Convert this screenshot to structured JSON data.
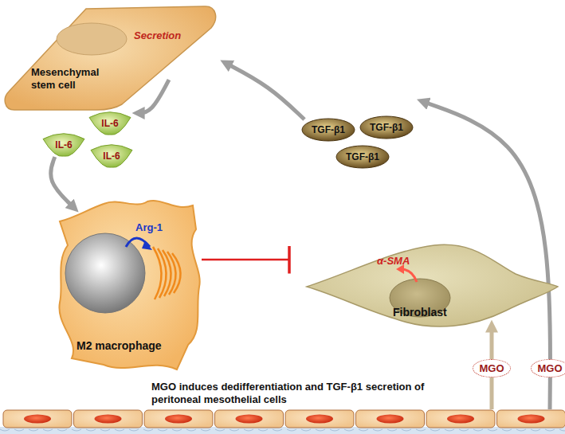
{
  "diagram": {
    "nodes": [
      {
        "text": [
          "Mesenchymal stem cell",
          "Secretion"
        ]
      },
      {
        "text": [
          "IL-6"
        ]
      },
      {
        "text": [
          "IL-6"
        ]
      },
      {
        "text": [
          "IL-6"
        ]
      },
      {
        "text": [
          "Arg-1",
          "M2 macrophage"
        ]
      },
      {
        "text": [
          "α-SMA",
          "Fibroblast"
        ]
      },
      {
        "text": [
          "TGF-β1"
        ]
      },
      {
        "text": [
          "TGF-β1"
        ]
      },
      {
        "text": [
          "TGF-β1"
        ]
      },
      {
        "text": [
          "MGO induces dedifferentiation and TGF-β1 secretion of peritoneal mesothelial cells"
        ]
      }
    ],
    "edges": [
      {
        "from": 0,
        "to": 1,
        "arrow": "to"
      },
      {
        "from": 2,
        "to": 4,
        "arrow": "to"
      },
      {
        "from": 4,
        "to": 5,
        "arrow": "to"
      },
      {
        "from": 6,
        "to": 0,
        "arrow": "to"
      },
      {
        "from": 9,
        "to": 5,
        "label": "MGO",
        "arrow": "to"
      },
      {
        "from": 9,
        "to": 7,
        "label": "MGO",
        "arrow": "to"
      }
    ]
  }
}
